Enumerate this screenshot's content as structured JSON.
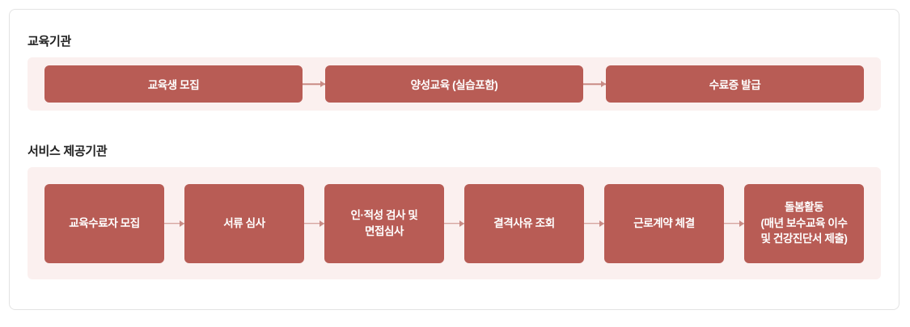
{
  "card": {
    "border_color": "#e3e3e3",
    "background": "#ffffff"
  },
  "theme": {
    "box_fill": "#b85c55",
    "box_text": "#ffffff",
    "band_background": "#fbf0ef",
    "arrow_color": "#c98b85",
    "title_color": "#222222"
  },
  "sections": [
    {
      "title": "교육기관",
      "steps": [
        {
          "lines": [
            "교육생 모집"
          ]
        },
        {
          "lines": [
            "양성교육 (실습포함)"
          ]
        },
        {
          "lines": [
            "수료증 발급"
          ]
        }
      ]
    },
    {
      "title": "서비스 제공기관",
      "steps": [
        {
          "lines": [
            "교육수료자 모집"
          ]
        },
        {
          "lines": [
            "서류 심사"
          ]
        },
        {
          "lines": [
            "인·적성 검사 및",
            "면접심사"
          ]
        },
        {
          "lines": [
            "결격사유 조회"
          ]
        },
        {
          "lines": [
            "근로계약 체결"
          ]
        },
        {
          "lines": [
            "돌봄활동",
            "(매년 보수교육 이수",
            "및 건강진단서 제출)"
          ]
        }
      ]
    }
  ]
}
